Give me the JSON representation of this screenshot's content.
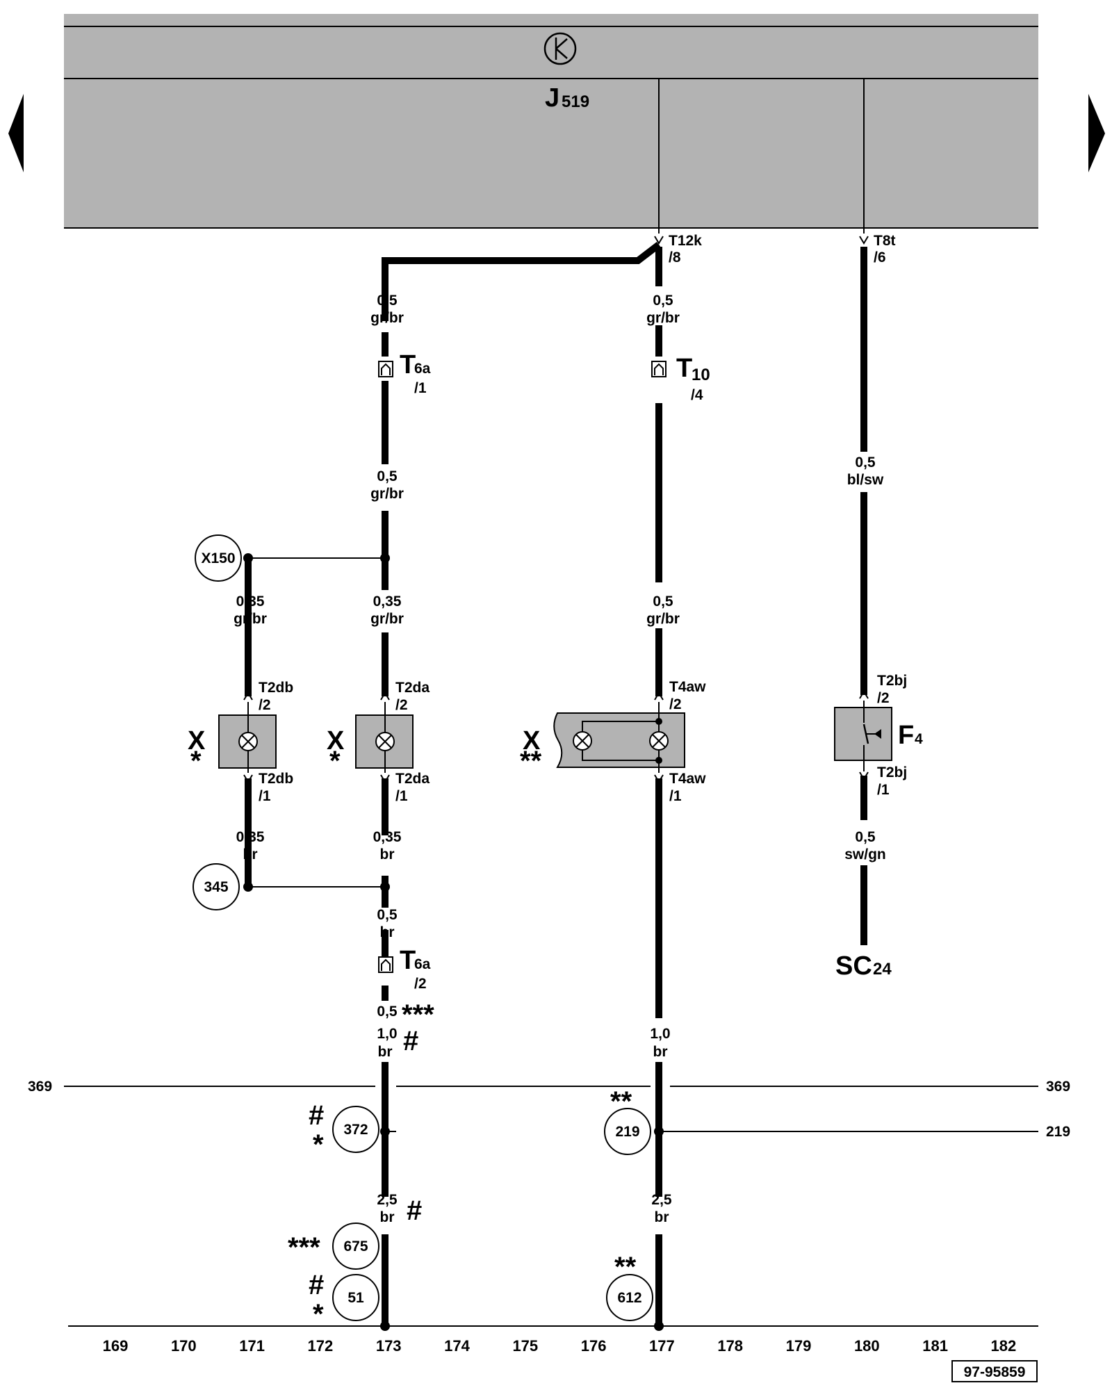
{
  "nav": {
    "prev_icon": "triangle-left-icon",
    "next_icon": "triangle-right-icon"
  },
  "control_unit": {
    "label": "J",
    "sub": "519",
    "icon": "gateway-symbol-icon"
  },
  "connectors": {
    "t12k": {
      "name": "T12k",
      "pin": "/8"
    },
    "t8t": {
      "name": "T8t",
      "pin": "/6"
    },
    "t6a_top": {
      "name": "T",
      "sub": "6a",
      "pin": "/1"
    },
    "t10": {
      "name": "T",
      "sub": "10",
      "pin": "/4"
    },
    "t6a_bot": {
      "name": "T",
      "sub": "6a",
      "pin": "/2"
    },
    "t2db_top": {
      "name": "T2db",
      "pin": "/2"
    },
    "t2db_bot": {
      "name": "T2db",
      "pin": "/1"
    },
    "t2da_top": {
      "name": "T2da",
      "pin": "/2"
    },
    "t2da_bot": {
      "name": "T2da",
      "pin": "/1"
    },
    "t4aw_top": {
      "name": "T4aw",
      "pin": "/2"
    },
    "t4aw_bot": {
      "name": "T4aw",
      "pin": "/1"
    },
    "t2bj_top": {
      "name": "T2bj",
      "pin": "/2"
    },
    "t2bj_bot": {
      "name": "T2bj",
      "pin": "/1"
    }
  },
  "wires": {
    "w1": {
      "size": "0,5",
      "color": "gr/br"
    },
    "w2": {
      "size": "0,5",
      "color": "gr/br"
    },
    "w3": {
      "size": "0,5",
      "color": "gr/br"
    },
    "w4": {
      "size": "0,5",
      "color": "bl/sw"
    },
    "w5": {
      "size": "0,35",
      "color": "gr/br"
    },
    "w6": {
      "size": "0,35",
      "color": "gr/br"
    },
    "w7": {
      "size": "0,5",
      "color": "gr/br"
    },
    "w8": {
      "size": "0,35",
      "color": "br"
    },
    "w9": {
      "size": "0,35",
      "color": "br"
    },
    "w10": {
      "size": "0,5",
      "color": "sw/gn"
    },
    "w11": {
      "size": "0,5",
      "color": "br"
    },
    "w12a": {
      "size": "0,5",
      "note": "***"
    },
    "w12b": {
      "size": "1,0",
      "note": "#"
    },
    "w12c": {
      "color": "br"
    },
    "w13": {
      "size": "1,0",
      "color": "br"
    },
    "w14": {
      "size": "2,5",
      "color": "br",
      "note": "#"
    },
    "w15": {
      "size": "2,5",
      "color": "br"
    }
  },
  "components": {
    "x1": {
      "label": "X",
      "note": "*"
    },
    "x2": {
      "label": "X",
      "note": "*"
    },
    "x3": {
      "label": "X",
      "note": "**"
    },
    "f4": {
      "label": "F",
      "sub": "4"
    },
    "sc24": {
      "label": "SC",
      "sub": "24"
    }
  },
  "nodes": {
    "x150": "X150",
    "n345": "345",
    "n372": "372",
    "n219": "219",
    "n675": "675",
    "n51": "51",
    "n612": "612"
  },
  "node_notes": {
    "n372_hash": "#",
    "n372_star": "*",
    "n219_stars": "**",
    "n675_stars": "***",
    "n51_hash": "#",
    "n51_star": "*",
    "n612_stars": "**"
  },
  "refs": {
    "left_369": "369",
    "right_369": "369",
    "right_219": "219"
  },
  "columns": [
    "169",
    "170",
    "171",
    "172",
    "173",
    "174",
    "175",
    "176",
    "177",
    "178",
    "179",
    "180",
    "181",
    "182"
  ],
  "doc_number": "97-95859"
}
